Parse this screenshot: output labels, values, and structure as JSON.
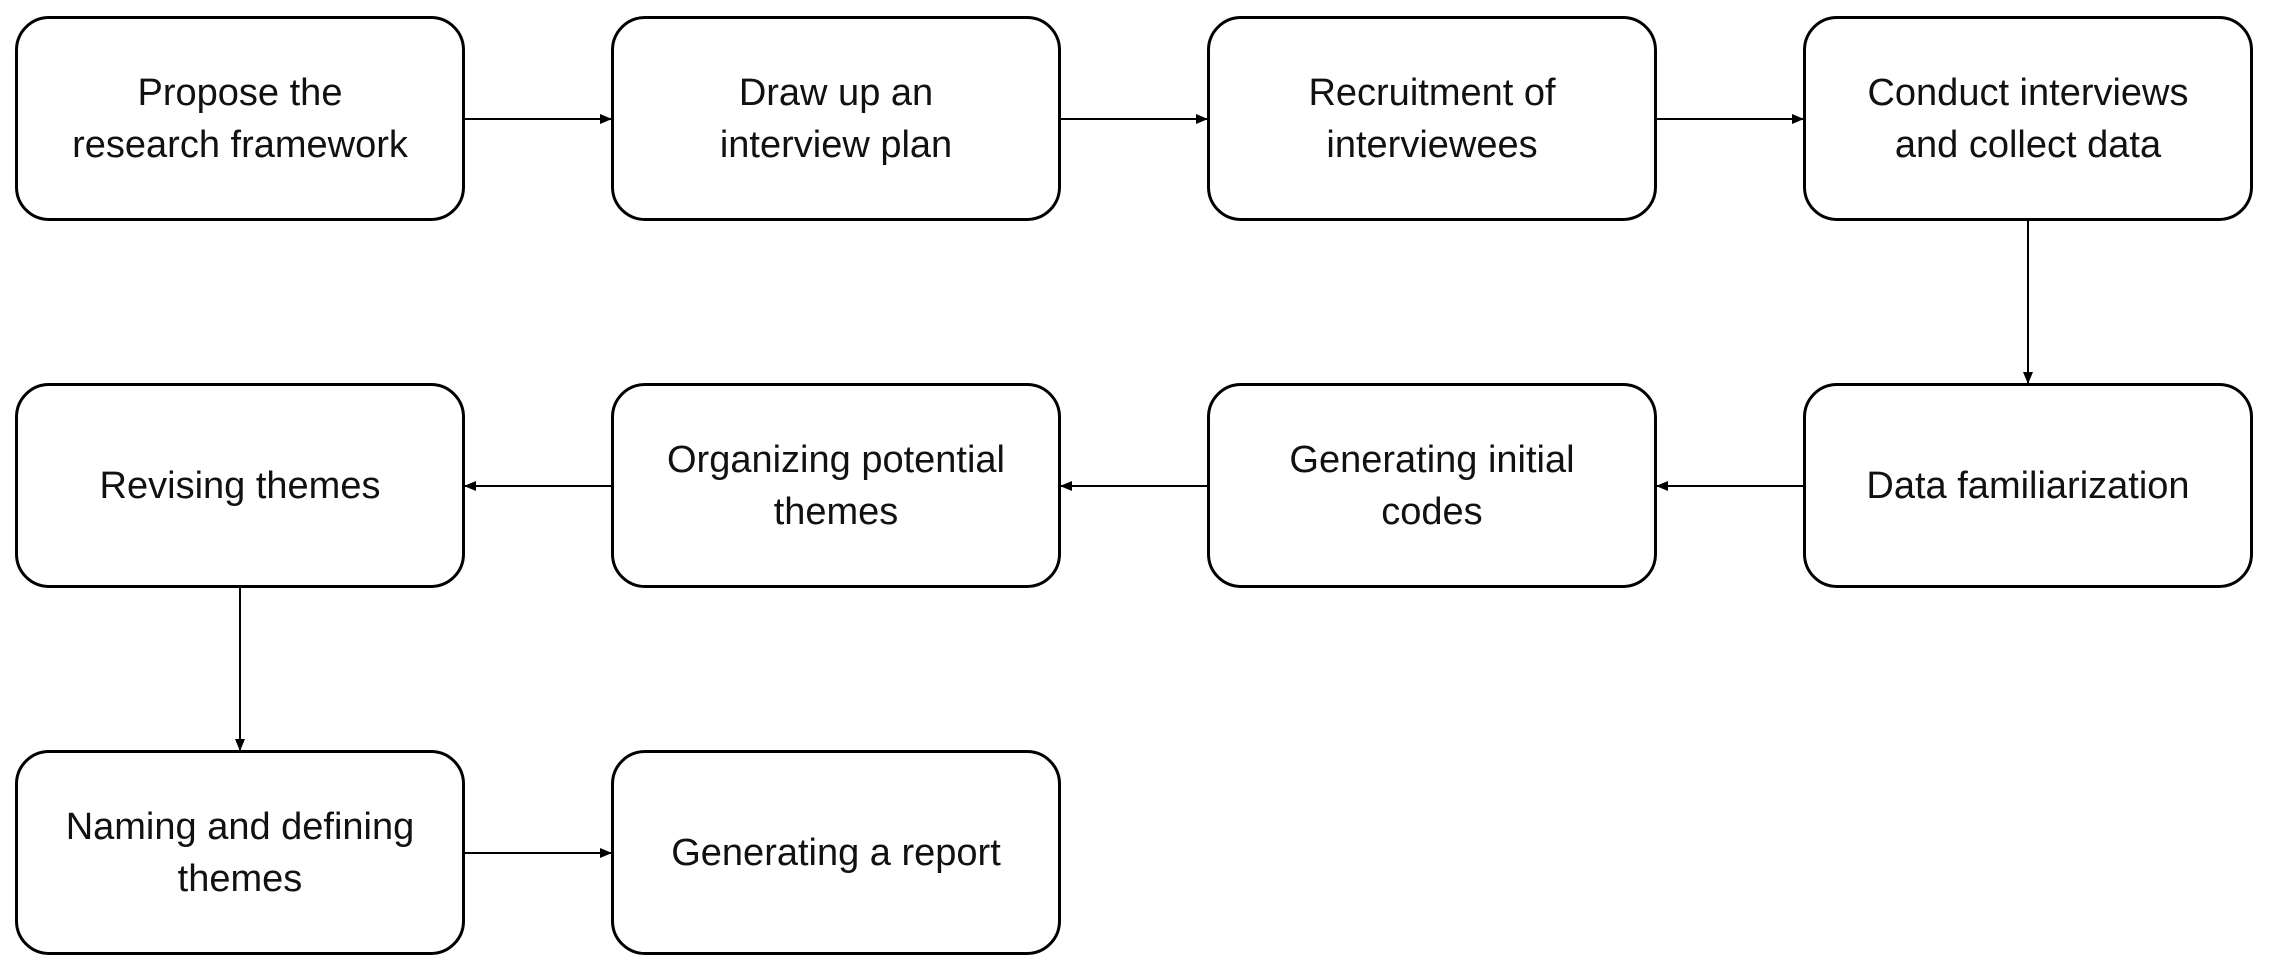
{
  "diagram": {
    "steps": [
      {
        "id": "propose",
        "label": "Propose the\nresearch framework"
      },
      {
        "id": "plan",
        "label": "Draw up an\ninterview plan"
      },
      {
        "id": "recruit",
        "label": "Recruitment of\ninterviewees"
      },
      {
        "id": "conduct",
        "label": "Conduct interviews\nand collect data"
      },
      {
        "id": "familiarize",
        "label": "Data familiarization"
      },
      {
        "id": "codes",
        "label": "Generating initial\ncodes"
      },
      {
        "id": "organize",
        "label": "Organizing potential\nthemes"
      },
      {
        "id": "revise",
        "label": "Revising themes"
      },
      {
        "id": "naming",
        "label": "Naming and defining\nthemes"
      },
      {
        "id": "report",
        "label": "Generating a report"
      }
    ],
    "flow": [
      [
        "propose",
        "plan"
      ],
      [
        "plan",
        "recruit"
      ],
      [
        "recruit",
        "conduct"
      ],
      [
        "conduct",
        "familiarize"
      ],
      [
        "familiarize",
        "codes"
      ],
      [
        "codes",
        "organize"
      ],
      [
        "organize",
        "revise"
      ],
      [
        "revise",
        "naming"
      ],
      [
        "naming",
        "report"
      ]
    ],
    "colors": {
      "stroke": "#000000",
      "fill": "#ffffff",
      "text": "#111111"
    }
  }
}
